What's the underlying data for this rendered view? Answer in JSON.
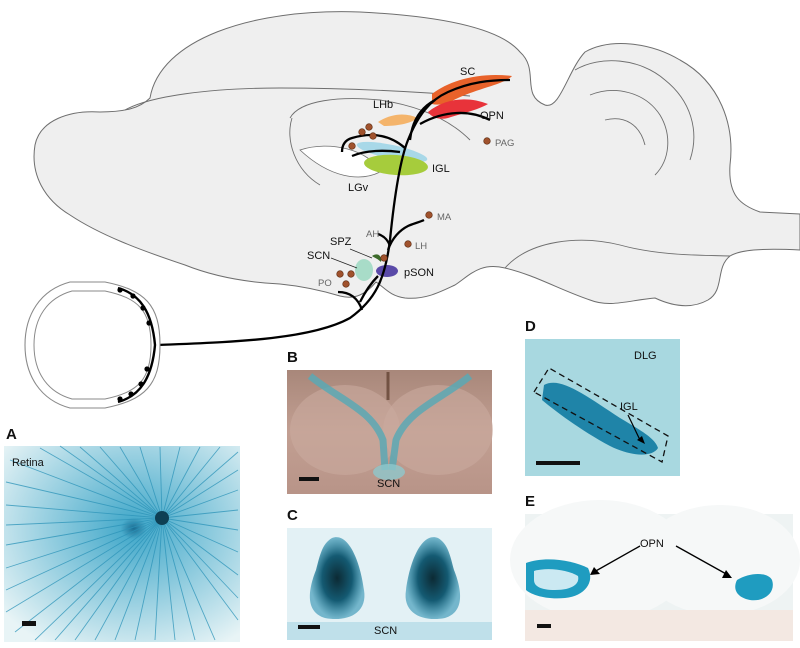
{
  "diagram": {
    "structures": {
      "sc": "SC",
      "opn": "OPN",
      "lhb": "LHb",
      "pag": "PAG",
      "igl": "IGL",
      "lgv": "LGv",
      "ma": "MA",
      "ah": "AH",
      "lh": "LH",
      "spz": "SPZ",
      "scn": "SCN",
      "po": "PO",
      "pson": "pSON"
    },
    "colors": {
      "brain": "#efefef",
      "sc": "#e8622a",
      "opn": "#e8333a",
      "lhb": "#f4b46b",
      "igl": "#a8d8e8",
      "lgv": "#a6cc3c",
      "scn": "#a8dcc8",
      "spz": "#3c6a2a",
      "pson": "#5a4aa8",
      "dot": "#a0522d",
      "stain": "#1e90b4"
    }
  },
  "panels": {
    "a": {
      "letter": "A",
      "label": "Retina"
    },
    "b": {
      "letter": "B",
      "label": "SCN"
    },
    "c": {
      "letter": "C",
      "label": "SCN"
    },
    "d": {
      "letter": "D",
      "label_region": "DLG",
      "label_structure": "IGL"
    },
    "e": {
      "letter": "E",
      "label": "OPN"
    }
  }
}
